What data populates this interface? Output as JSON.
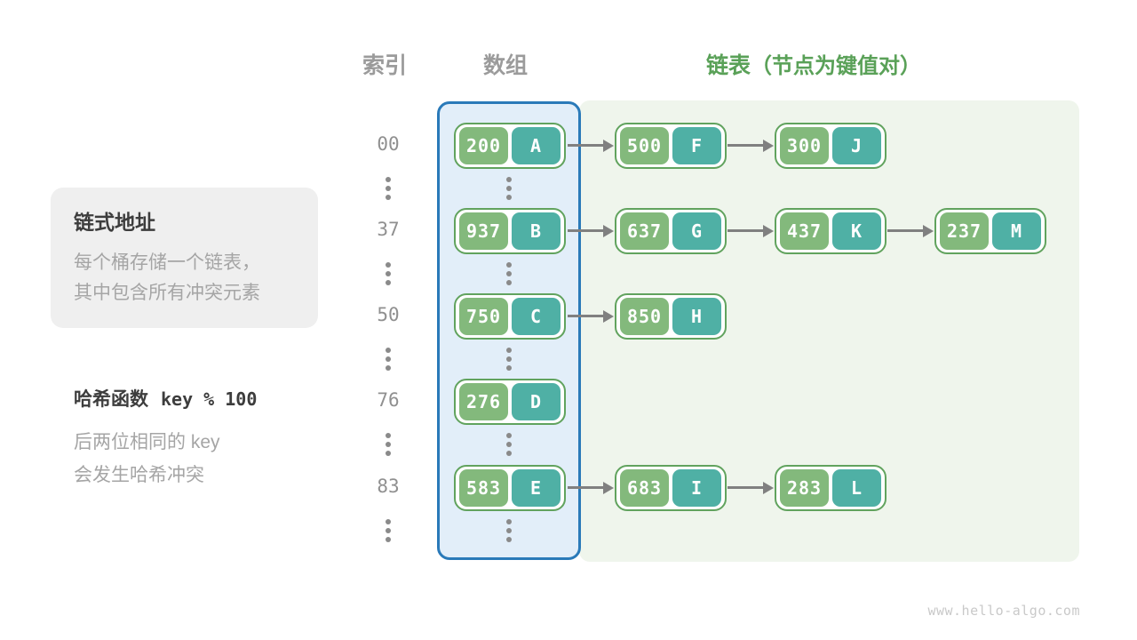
{
  "page": {
    "watermark": "www.hello-algo.com"
  },
  "headers": {
    "index": "索引",
    "array": "数组",
    "list": "链表",
    "list_note": "（节点为键值对）"
  },
  "note_box": {
    "title": "链式地址",
    "lines": [
      "每个桶存储一个链表，",
      "其中包含所有冲突元素"
    ]
  },
  "hash_note": {
    "title": "哈希函数",
    "formula": "key % 100",
    "lines": [
      "后两位相同的 key",
      "会发生哈希冲突"
    ]
  },
  "rows": [
    {
      "index": "00",
      "bucket": {
        "key": "200",
        "value": "A"
      },
      "chain": [
        {
          "key": "500",
          "value": "F"
        },
        {
          "key": "300",
          "value": "J"
        }
      ]
    },
    {
      "index": "37",
      "bucket": {
        "key": "937",
        "value": "B"
      },
      "chain": [
        {
          "key": "637",
          "value": "G"
        },
        {
          "key": "437",
          "value": "K"
        },
        {
          "key": "237",
          "value": "M"
        }
      ]
    },
    {
      "index": "50",
      "bucket": {
        "key": "750",
        "value": "C"
      },
      "chain": [
        {
          "key": "850",
          "value": "H"
        }
      ]
    },
    {
      "index": "76",
      "bucket": {
        "key": "276",
        "value": "D"
      },
      "chain": []
    },
    {
      "index": "83",
      "bucket": {
        "key": "583",
        "value": "E"
      },
      "chain": [
        {
          "key": "683",
          "value": "I"
        },
        {
          "key": "283",
          "value": "L"
        }
      ]
    }
  ],
  "colors": {
    "accent_green": "#5aa158",
    "header_gray": "#9b9b9b",
    "node_border": "#61a35e",
    "node_key_bg": "#83b97c",
    "node_value_bg": "#4fb0a5",
    "node_text": "#ffffff",
    "array_fill": "#e2eef9",
    "array_border": "#2a7ab9",
    "list_fill": "#eff5ec",
    "arrow_gray": "#808080",
    "index_gray": "#909090",
    "text_dark": "#3d3d3d",
    "text_muted": "#a5a5a5",
    "note_box_bg": "#efefef",
    "watermark_gray": "#c9c9c9"
  }
}
